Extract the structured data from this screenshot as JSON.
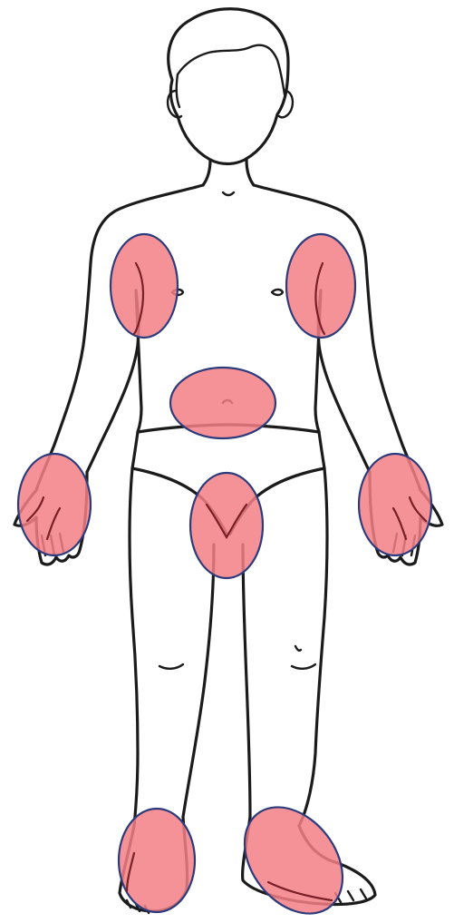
{
  "figure": {
    "colors": {
      "outline": "#1b1b1b",
      "region_fill": "#f27f86",
      "region_fill_opacity": 0.85,
      "region_stroke": "#2d3b7c",
      "background": "#ffffff"
    },
    "highlighted_regions": [
      "right-axilla",
      "left-axilla",
      "umbilical-region",
      "right-hand",
      "left-hand",
      "groin",
      "right-foot",
      "left-foot"
    ]
  }
}
